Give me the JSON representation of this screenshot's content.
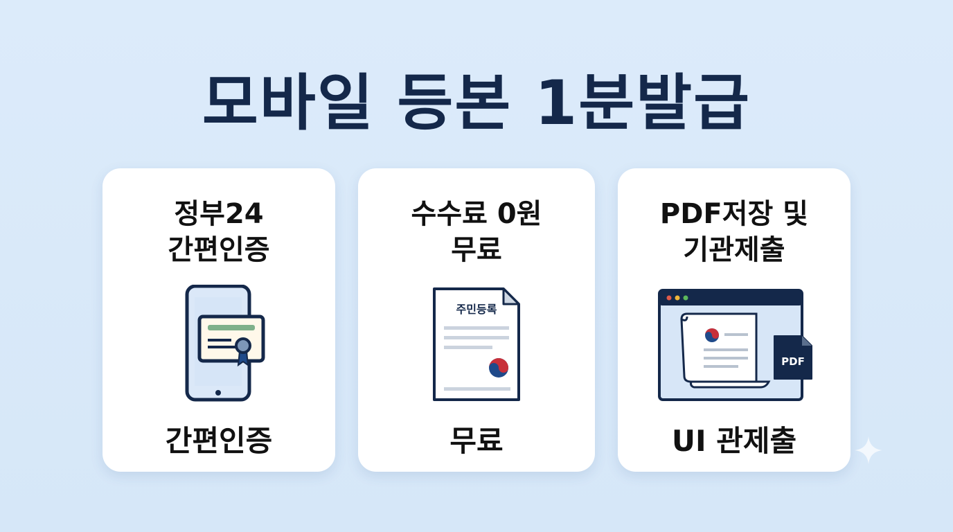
{
  "title": "모바일 등본 1분발급",
  "cards": [
    {
      "heading_line1": "정부24",
      "heading_line2": "간편인증",
      "footer": "간편인증",
      "icon": "phone-certificate-icon"
    },
    {
      "heading_line1": "수수료 0원",
      "heading_line2": "무료",
      "footer": "무료",
      "icon": "document-icon",
      "document_label": "주민등록"
    },
    {
      "heading_line1": "PDF저장 및",
      "heading_line2": "기관제출",
      "footer": "UI 관제출",
      "icon": "browser-pdf-icon",
      "pdf_label": "PDF"
    }
  ],
  "colors": {
    "navy": "#14284a",
    "accent_green": "#7fb08a",
    "accent_red": "#c8303a",
    "accent_blue": "#1f4a8a",
    "background": "#dcebfa"
  }
}
